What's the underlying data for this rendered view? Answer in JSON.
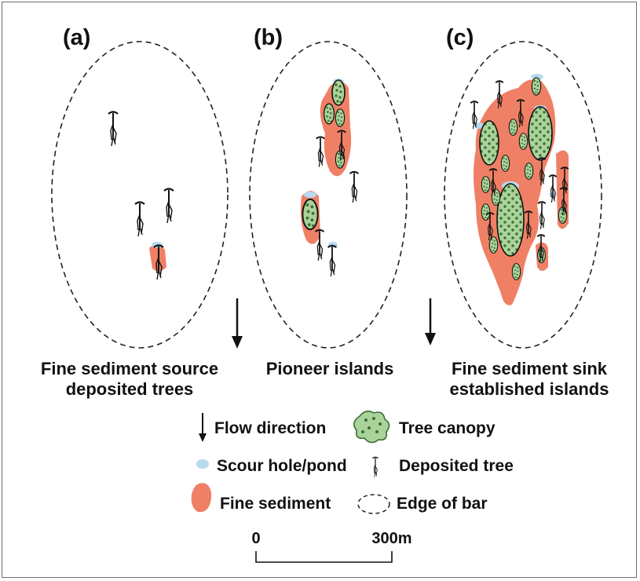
{
  "panels": [
    {
      "label": "(a)",
      "caption_line1": "Fine sediment source",
      "caption_line2": "deposited trees"
    },
    {
      "label": "(b)",
      "caption_line1": "Pioneer islands",
      "caption_line2": ""
    },
    {
      "label": "(c)",
      "caption_line1": "Fine sediment sink",
      "caption_line2": "established islands"
    }
  ],
  "legend": {
    "flow_direction": "Flow direction",
    "scour_hole": "Scour hole/pond",
    "fine_sediment": "Fine sediment",
    "tree_canopy": "Tree canopy",
    "deposited_tree": "Deposited tree",
    "edge_of_bar": "Edge of bar"
  },
  "scale_bar": {
    "start": "0",
    "end": "300m"
  },
  "colors": {
    "sediment": "#ef8066",
    "scour": "#b9d9ef",
    "canopy_fill": "#a9d39a",
    "canopy_dots": "#3d6e35",
    "ink": "#111111"
  }
}
